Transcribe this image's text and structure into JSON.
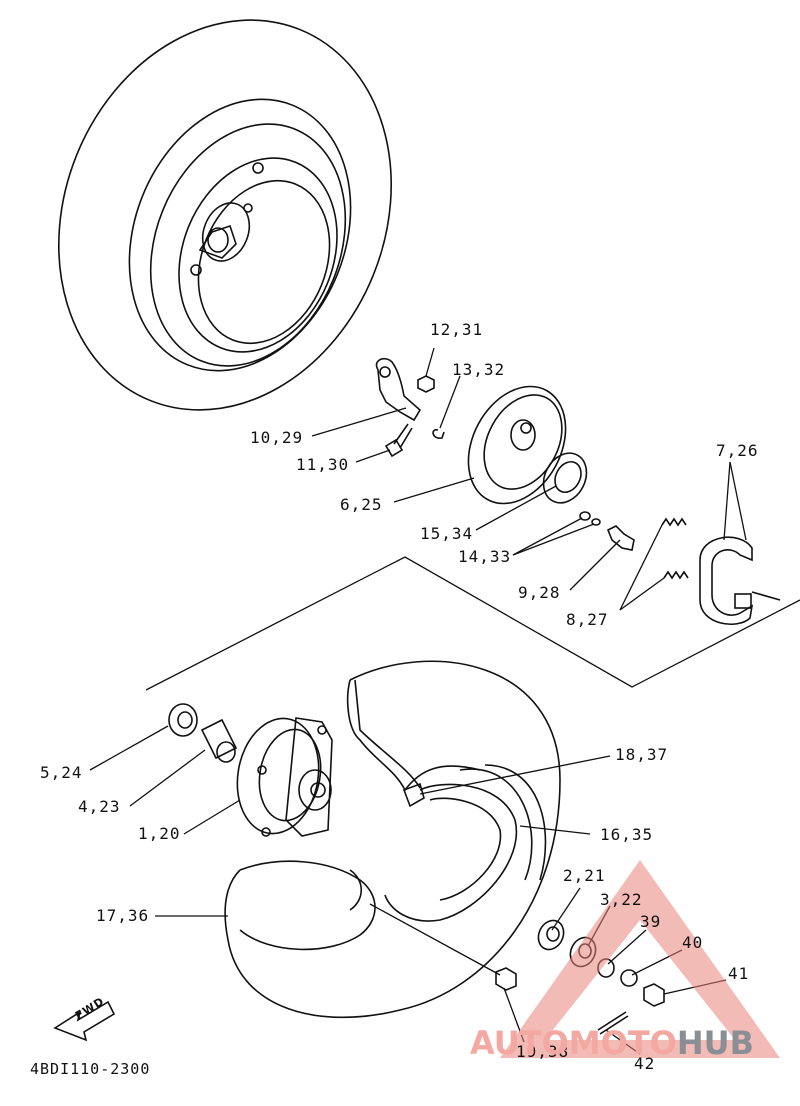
{
  "diagram": {
    "part_code": "4BDI110-2300",
    "fwd_label": "FWD",
    "watermark": {
      "part1": "AUTOMOTO",
      "part2": "HUB"
    },
    "callouts": {
      "c_12_31": "12,31",
      "c_13_32": "13,32",
      "c_10_29": "10,29",
      "c_11_30": "11,30",
      "c_6_25": "6,25",
      "c_15_34": "15,34",
      "c_14_33": "14,33",
      "c_9_28": "9,28",
      "c_8_27": "8,27",
      "c_7_26": "7,26",
      "c_5_24": "5,24",
      "c_4_23": "4,23",
      "c_1_20": "1,20",
      "c_18_37": "18,37",
      "c_16_35": "16,35",
      "c_17_36": "17,36",
      "c_2_21": "2,21",
      "c_3_22": "3,22",
      "c_39": "39",
      "c_40": "40",
      "c_41": "41",
      "c_19_38": "19,38",
      "c_42": "42"
    },
    "colors": {
      "line": "#111111",
      "watermark_red": "#e8847a",
      "watermark_gray": "#8a8f95"
    }
  }
}
